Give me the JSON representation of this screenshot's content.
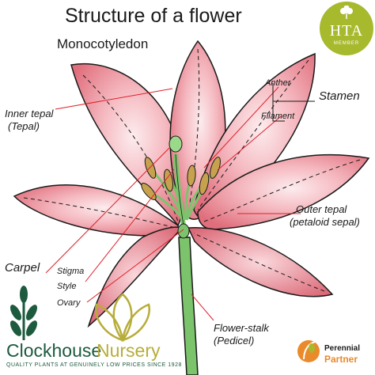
{
  "title": "Structure of a flower",
  "subtitle": "Monocotyledon",
  "labels": {
    "anther": "Anther",
    "stamen": "Stamen",
    "filament": "Filament",
    "inner_tepal": "Inner tepal",
    "inner_tepal_alt": "(Tepal)",
    "outer_tepal": "Outer tepal",
    "outer_tepal_alt": "(petaloid sepal)",
    "carpel": "Carpel",
    "stigma": "Stigma",
    "style": "Style",
    "ovary": "Ovary",
    "flower_stalk": "Flower-stalk",
    "flower_stalk_alt": "(Pedicel)"
  },
  "badge": {
    "text": "HTA",
    "member": "MEMBER",
    "color": "#a7b92d"
  },
  "brand": {
    "name_part1": "Clockhouse",
    "name_part2": "Nursery",
    "tagline": "QUALITY PLANTS AT GENUINELY LOW PRICES SINCE 1928",
    "color_primary": "#1d5a3e",
    "color_secondary": "#b7ad3a"
  },
  "partner": {
    "line1": "Perennial",
    "line2": "Partner",
    "accent": "#ea8a2a"
  },
  "colors": {
    "petal": "#e87f8a",
    "petal_light": "#fbe4e6",
    "stem": "#7cc46c",
    "anther": "#c7a24e",
    "leader_line": "#e0202a"
  }
}
